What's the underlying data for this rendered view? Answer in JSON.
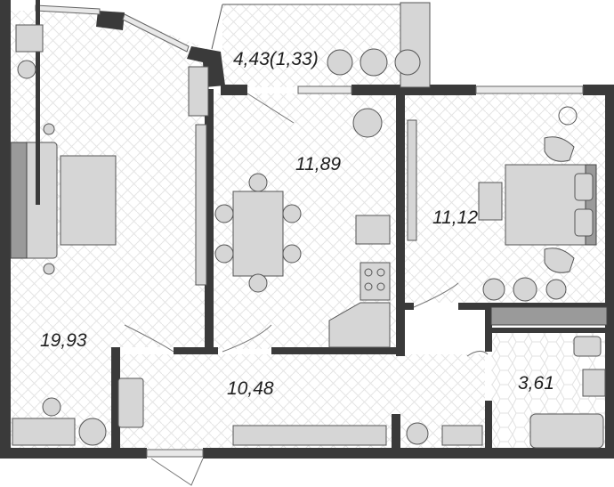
{
  "rooms": {
    "balcony": {
      "area": "4,43(1,33)"
    },
    "kitchen": {
      "area": "11,89"
    },
    "bedroom": {
      "area": "11,12"
    },
    "living": {
      "area": "19,93"
    },
    "hall": {
      "area": "10,48"
    },
    "bathroom": {
      "area": "3,61"
    }
  },
  "colors": {
    "wall": "#3a3a3a",
    "floor_pattern": "#e9e9e9",
    "furniture": "#d6d6d6",
    "text": "#1e1e1e"
  }
}
